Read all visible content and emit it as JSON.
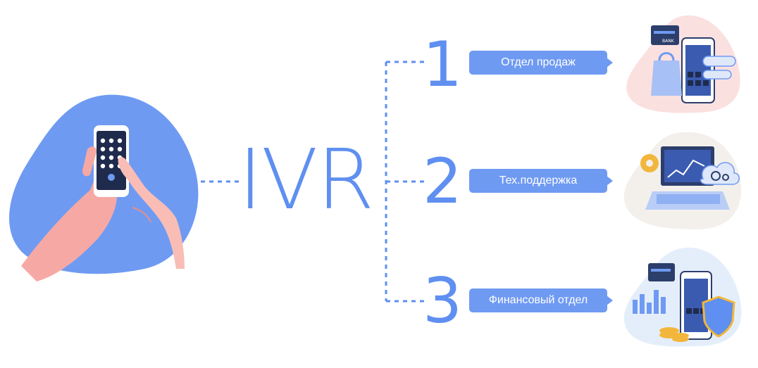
{
  "center": {
    "title": "IVR"
  },
  "branches": [
    {
      "number": "1",
      "label": "Отдел продаж",
      "icon": "shopping-bag-card-phone-icon"
    },
    {
      "number": "2",
      "label": "Тех.поддержка",
      "icon": "laptop-gears-cloud-icon"
    },
    {
      "number": "3",
      "label": "Финансовый отдел",
      "icon": "finance-chart-coins-shield-icon"
    }
  ],
  "card_label": "BANK",
  "colors": {
    "accent": "#5f8ff0",
    "bubble": "#6f9af2",
    "blob_left": "#6f9af2",
    "blob_sales": "#fbe0e0",
    "blob_support": "#f3f0ec",
    "blob_finance": "#e4eefb",
    "skin": "#f6a9a4"
  }
}
